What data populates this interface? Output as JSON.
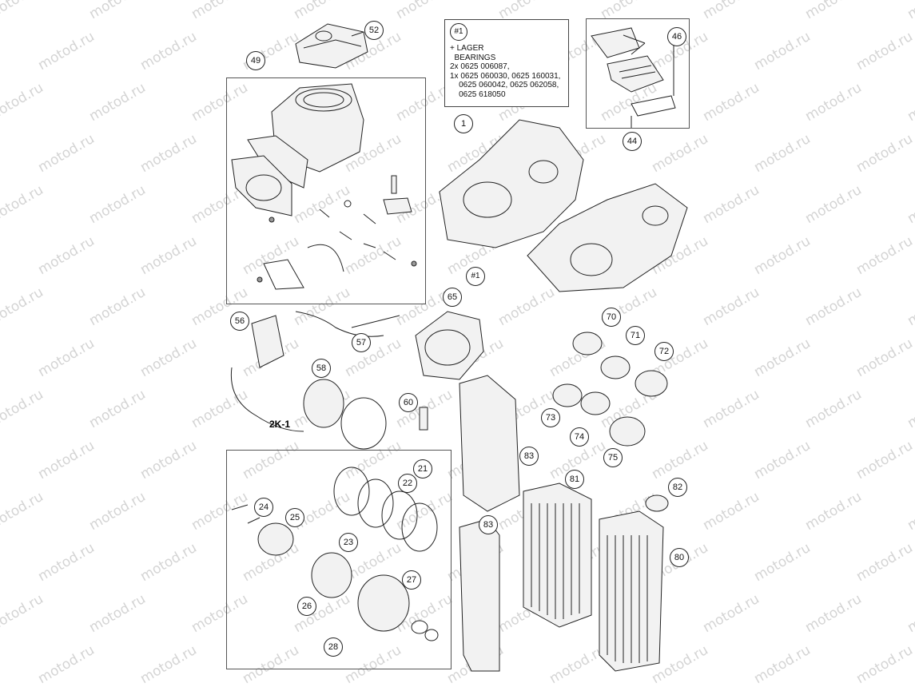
{
  "watermark": "motod.ru",
  "note": {
    "ref": "#1",
    "lines": "+ LAGER\n  BEARINGS\n2x 0625 006087,\n1x 0625 060030, 0625 160031,\n    0625 060042, 0625 062058,\n    0625 618050"
  },
  "callouts": {
    "c52": "52",
    "c49": "49",
    "c46": "46",
    "c44": "44",
    "c1": "1",
    "c1b": "#1",
    "c65": "65",
    "c56": "56",
    "c57": "57",
    "c58": "58",
    "c60": "60",
    "c70": "70",
    "c71": "71",
    "c72": "72",
    "c73": "73",
    "c74": "74",
    "c75": "75",
    "c83a": "83",
    "c83b": "83",
    "c81": "81",
    "c82": "82",
    "c80": "80",
    "c21": "21",
    "c22": "22",
    "c24": "24",
    "c25": "25",
    "c23": "23",
    "c26": "26",
    "c27": "27",
    "c28": "28"
  },
  "label_2k1": "2K-1"
}
